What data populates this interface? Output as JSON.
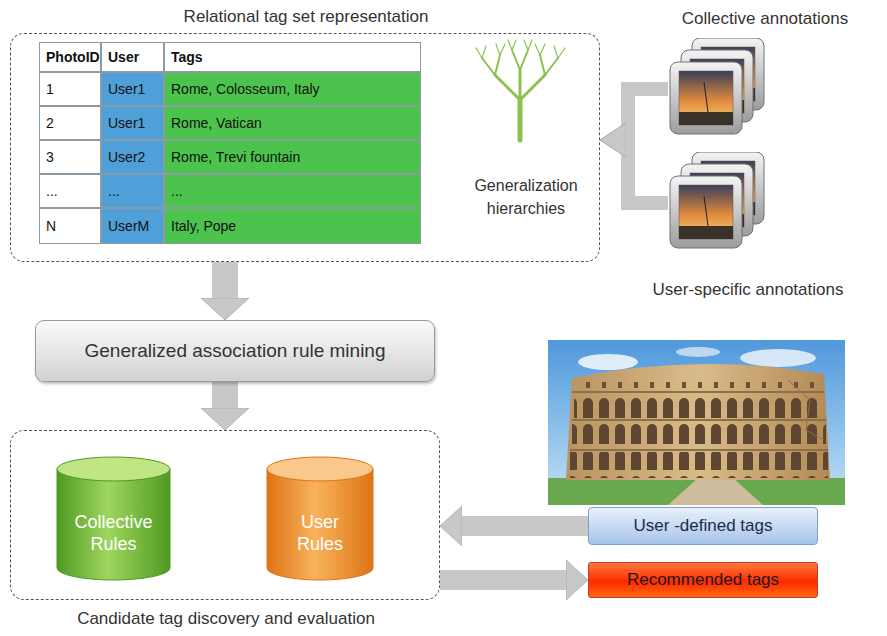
{
  "diagram": {
    "nodes": [
      {
        "text": [
          "Relational tag set representation"
        ]
      },
      {
        "text": [
          "Collective annotations"
        ]
      },
      {
        "text": [
          "User-specific annotations"
        ]
      },
      {
        "text": [
          "Generalized association rule mining"
        ]
      },
      {
        "text": [
          "Candidate tag discovery and evaluation"
        ]
      },
      {
        "text": [
          "Collective Rules"
        ],
        "in": 4
      },
      {
        "text": [
          "User Rules"
        ],
        "in": 4
      },
      {
        "text": [
          "User -defined tags"
        ]
      },
      {
        "text": [
          "Recommended tags"
        ]
      }
    ],
    "edges": [
      {
        "from": 1,
        "to": 0,
        "arrow": "to"
      },
      {
        "from": 2,
        "to": 0,
        "arrow": "to"
      },
      {
        "from": 0,
        "to": 3,
        "arrow": "to"
      },
      {
        "from": 3,
        "to": 4,
        "arrow": "to"
      },
      {
        "from": 7,
        "to": 4,
        "arrow": "to"
      },
      {
        "from": 4,
        "to": 8,
        "arrow": "to"
      }
    ],
    "labels": [
      "PhotoID",
      "User",
      "Tags",
      "1",
      "User1",
      "Rome, Colosseum, Italy",
      "2",
      "User1",
      "Rome, Vatican",
      "3",
      "User2",
      "Rome, Trevi fountain",
      "...",
      "...",
      "...",
      "N",
      "UserM",
      "Italy, Pope",
      "Generalization hierarchies"
    ]
  }
}
